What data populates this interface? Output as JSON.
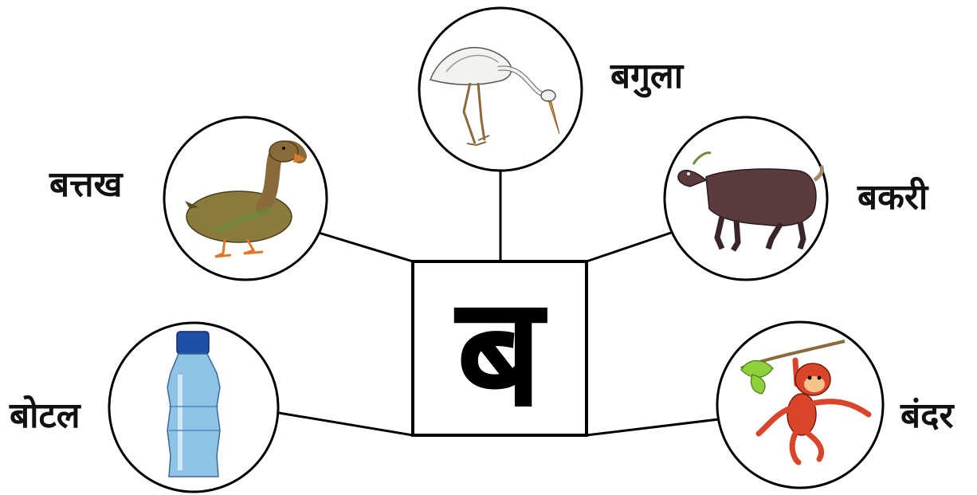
{
  "center": {
    "letter": "ब"
  },
  "items": [
    {
      "id": "bagula",
      "word": "बगुला",
      "picture": "heron-icon"
    },
    {
      "id": "battakh",
      "word": "बत्तख",
      "picture": "duck-icon"
    },
    {
      "id": "bakri",
      "word": "बकरी",
      "picture": "goat-icon"
    },
    {
      "id": "botal",
      "word": "बोटल",
      "picture": "bottle-icon"
    },
    {
      "id": "bandar",
      "word": "बंदर",
      "picture": "monkey-icon"
    }
  ],
  "colors": {
    "line": "#000000",
    "duck_body": "#8a7a3c",
    "duck_beak": "#e0782a",
    "goat_body": "#5a3b3e",
    "bottle_body": "#8fc3e6",
    "bottle_cap": "#1f4fa8",
    "monkey_body": "#d9452a",
    "leaf": "#8fd13a",
    "heron_body": "#f2f2ee",
    "heron_beak": "#d89a4a"
  }
}
